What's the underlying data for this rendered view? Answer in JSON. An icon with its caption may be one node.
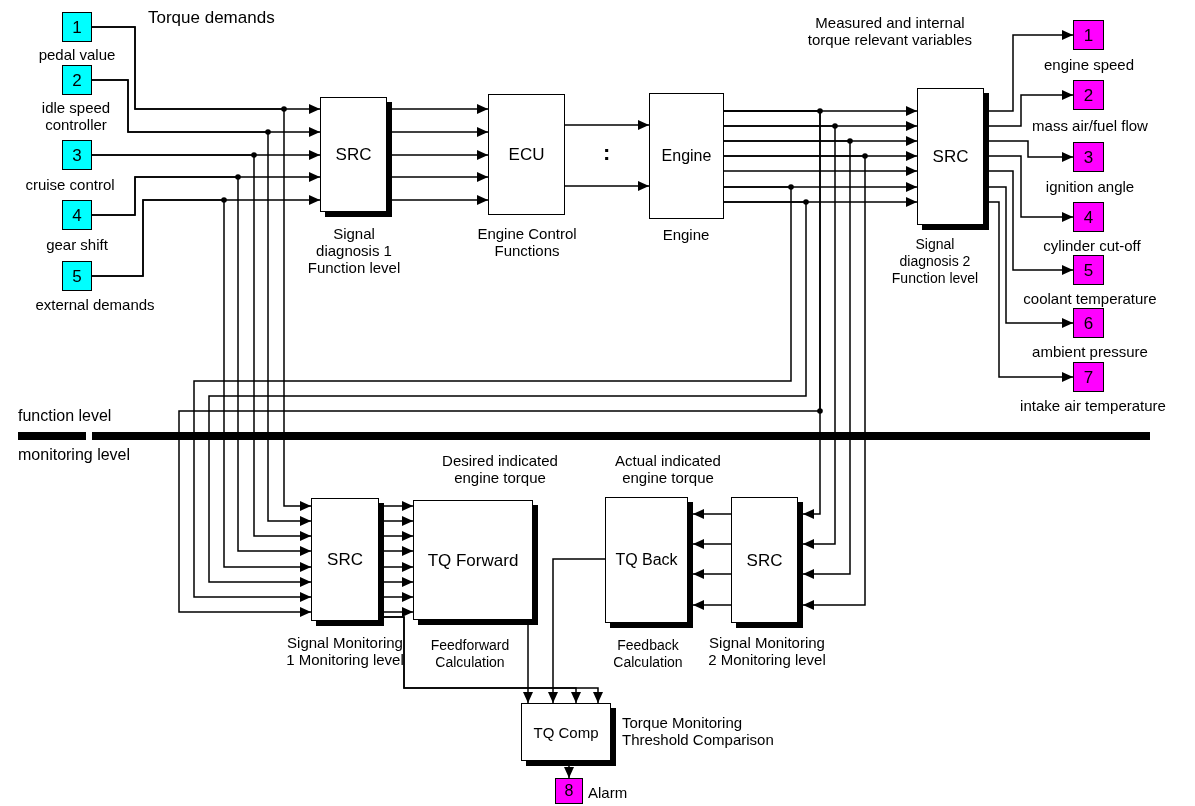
{
  "diagram": {
    "nodes": [
      {
        "text": [
          "1"
        ],
        "beside": [
          "pedal value"
        ]
      },
      {
        "text": [
          "2"
        ],
        "beside": [
          "idle speed controller"
        ]
      },
      {
        "text": [
          "3"
        ],
        "beside": [
          "cruise control"
        ]
      },
      {
        "text": [
          "4"
        ],
        "beside": [
          "gear shift"
        ]
      },
      {
        "text": [
          "5"
        ],
        "beside": [
          "external demands"
        ]
      },
      {
        "text": [
          "SRC"
        ],
        "beside": [
          "Signal diagnosis 1 Function level"
        ]
      },
      {
        "text": [
          "ECU"
        ],
        "beside": [
          "Engine Control Functions"
        ]
      },
      {
        "text": [
          "Engine"
        ],
        "beside": [
          "Engine"
        ]
      },
      {
        "text": [
          "SRC"
        ],
        "beside": [
          "Signal diagnosis 2 Function level"
        ]
      },
      {
        "text": [
          "1"
        ],
        "beside": [
          "engine speed"
        ]
      },
      {
        "text": [
          "2"
        ],
        "beside": [
          "mass air/fuel flow"
        ]
      },
      {
        "text": [
          "3"
        ],
        "beside": [
          "ignition angle"
        ]
      },
      {
        "text": [
          "4"
        ],
        "beside": [
          "cylinder cut-off"
        ]
      },
      {
        "text": [
          "5"
        ],
        "beside": [
          "coolant temperature"
        ]
      },
      {
        "text": [
          "6"
        ],
        "beside": [
          "ambient pressure"
        ]
      },
      {
        "text": [
          "7"
        ],
        "beside": [
          "intake air temperature"
        ]
      },
      {
        "text": [
          "SRC"
        ],
        "beside": [
          "Signal Monitoring 1 Monitoring level"
        ]
      },
      {
        "text": [
          "TQ Forward"
        ],
        "beside": [
          "Feedforward Calculation"
        ]
      },
      {
        "text": [
          "TQ Back"
        ],
        "beside": [
          "Feedback Calculation"
        ]
      },
      {
        "text": [
          "SRC"
        ],
        "beside": [
          "Signal Monitoring 2 Monitoring level"
        ]
      },
      {
        "text": [
          "TQ Comp"
        ],
        "beside": [
          "Torque Monitoring Threshold Comparison"
        ]
      },
      {
        "text": [
          "8"
        ],
        "beside": [
          "Alarm"
        ]
      }
    ],
    "edges": [
      {
        "from": 0,
        "to": 5,
        "arrow": "to"
      },
      {
        "from": 1,
        "to": 5,
        "arrow": "to"
      },
      {
        "from": 2,
        "to": 5,
        "arrow": "to"
      },
      {
        "from": 3,
        "to": 5,
        "arrow": "to"
      },
      {
        "from": 4,
        "to": 5,
        "arrow": "to"
      },
      {
        "from": 0,
        "to": 16,
        "arrow": "to"
      },
      {
        "from": 1,
        "to": 16,
        "arrow": "to"
      },
      {
        "from": 2,
        "to": 16,
        "arrow": "to"
      },
      {
        "from": 3,
        "to": 16,
        "arrow": "to"
      },
      {
        "from": 4,
        "to": 16,
        "arrow": "to"
      },
      {
        "from": 5,
        "to": 6,
        "arrow": "to"
      },
      {
        "from": 5,
        "to": 6,
        "arrow": "to"
      },
      {
        "from": 5,
        "to": 6,
        "arrow": "to"
      },
      {
        "from": 5,
        "to": 6,
        "arrow": "to"
      },
      {
        "from": 5,
        "to": 6,
        "arrow": "to"
      },
      {
        "from": 6,
        "to": 7,
        "arrow": "to"
      },
      {
        "from": 6,
        "to": 7,
        "arrow": "to"
      },
      {
        "from": 7,
        "to": 8,
        "arrow": "to"
      },
      {
        "from": 7,
        "to": 8,
        "arrow": "to"
      },
      {
        "from": 7,
        "to": 8,
        "arrow": "to"
      },
      {
        "from": 7,
        "to": 8,
        "arrow": "to"
      },
      {
        "from": 7,
        "to": 8,
        "arrow": "to"
      },
      {
        "from": 7,
        "to": 8,
        "arrow": "to"
      },
      {
        "from": 7,
        "to": 8,
        "arrow": "to"
      },
      {
        "from": 8,
        "to": 9,
        "arrow": "to"
      },
      {
        "from": 8,
        "to": 10,
        "arrow": "to"
      },
      {
        "from": 8,
        "to": 11,
        "arrow": "to"
      },
      {
        "from": 8,
        "to": 12,
        "arrow": "to"
      },
      {
        "from": 8,
        "to": 13,
        "arrow": "to"
      },
      {
        "from": 8,
        "to": 14,
        "arrow": "to"
      },
      {
        "from": 8,
        "to": 15,
        "arrow": "to"
      },
      {
        "from": 7,
        "to": 16,
        "arrow": "to"
      },
      {
        "from": 7,
        "to": 16,
        "arrow": "to"
      },
      {
        "from": 7,
        "to": 16,
        "arrow": "to"
      },
      {
        "from": 7,
        "to": 19,
        "arrow": "to"
      },
      {
        "from": 7,
        "to": 19,
        "arrow": "to"
      },
      {
        "from": 7,
        "to": 19,
        "arrow": "to"
      },
      {
        "from": 7,
        "to": 19,
        "arrow": "to"
      },
      {
        "from": 16,
        "to": 17,
        "arrow": "to"
      },
      {
        "from": 16,
        "to": 17,
        "arrow": "to"
      },
      {
        "from": 16,
        "to": 17,
        "arrow": "to"
      },
      {
        "from": 16,
        "to": 17,
        "arrow": "to"
      },
      {
        "from": 16,
        "to": 17,
        "arrow": "to"
      },
      {
        "from": 16,
        "to": 17,
        "arrow": "to"
      },
      {
        "from": 16,
        "to": 17,
        "arrow": "to"
      },
      {
        "from": 16,
        "to": 17,
        "arrow": "to"
      },
      {
        "from": 19,
        "to": 18,
        "arrow": "to"
      },
      {
        "from": 19,
        "to": 18,
        "arrow": "to"
      },
      {
        "from": 19,
        "to": 18,
        "arrow": "to"
      },
      {
        "from": 19,
        "to": 18,
        "arrow": "to"
      },
      {
        "from": 17,
        "to": 20,
        "arrow": "to"
      },
      {
        "from": 18,
        "to": 20,
        "arrow": "to"
      },
      {
        "from": 16,
        "to": 20,
        "arrow": "to"
      },
      {
        "from": 16,
        "to": 20,
        "arrow": "to"
      },
      {
        "from": 20,
        "to": 21,
        "arrow": "to"
      }
    ],
    "labels": [
      "Torque demands",
      "Measured and internal torque relevant variables",
      ":",
      "function level",
      "monitoring level",
      "Desired indicated engine torque",
      "Actual indicated engine torque"
    ]
  }
}
